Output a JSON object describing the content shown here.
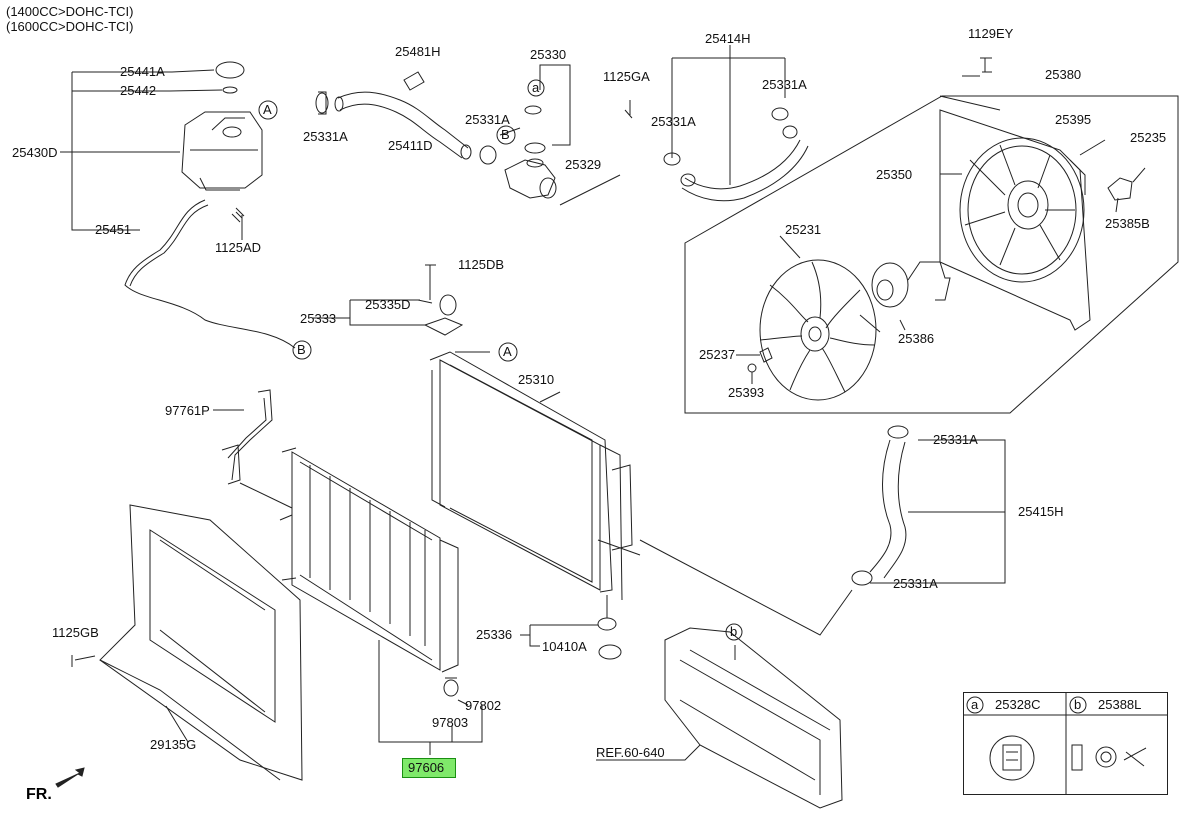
{
  "header": {
    "line1": "(1400CC>DOHC-TCI)",
    "line2": "(1600CC>DOHC-TCI)"
  },
  "callouts": {
    "p25441A": "25441A",
    "p25442": "25442",
    "p25430D": "25430D",
    "p25451": "25451",
    "p1125AD": "1125AD",
    "p25481H": "25481H",
    "p25331A_1": "25331A",
    "p25411D": "25411D",
    "p25330": "25330",
    "p25331A_2": "25331A",
    "p25329": "25329",
    "p1125GA": "1125GA",
    "p25414H": "25414H",
    "p25331A_3": "25331A",
    "p25331A_4": "25331A",
    "p1129EY": "1129EY",
    "p25380": "25380",
    "p25395": "25395",
    "p25235": "25235",
    "p25350": "25350",
    "p25385B": "25385B",
    "p25231": "25231",
    "p25386": "25386",
    "p25237": "25237",
    "p25393": "25393",
    "p1125DB": "1125DB",
    "p25335D": "25335D",
    "p25333": "25333",
    "p25310": "25310",
    "p97761P": "97761P",
    "p25331A_5": "25331A",
    "p25415H": "25415H",
    "p25331A_6": "25331A",
    "p25336": "25336",
    "p10410A": "10410A",
    "p1125GB": "1125GB",
    "p29135G": "29135G",
    "p97802": "97802",
    "p97803": "97803",
    "p97606": "97606",
    "ref": "REF.60-640"
  },
  "markers": {
    "a": "a",
    "b": "b",
    "A": "A",
    "B": "B"
  },
  "legend": {
    "col_a_marker": "a",
    "col_a_part": "25328C",
    "col_b_marker": "b",
    "col_b_part": "25388L"
  },
  "fr_label": "FR.",
  "colors": {
    "line": "#222222",
    "highlight": "#7fe96a"
  }
}
